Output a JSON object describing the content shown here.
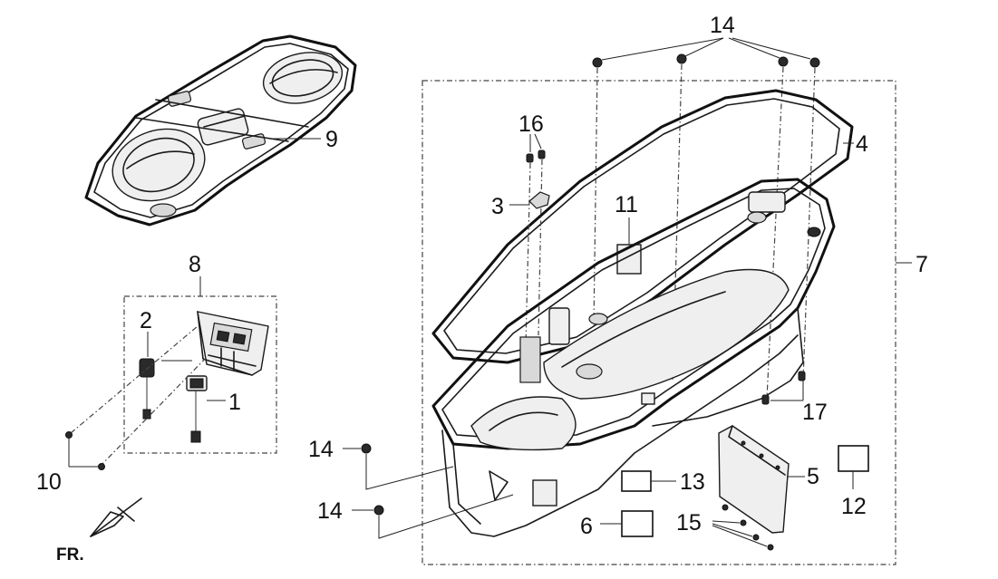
{
  "labels": {
    "l14_top": "14",
    "l16": "16",
    "l9": "9",
    "l4": "4",
    "l3": "3",
    "l11": "11",
    "l8": "8",
    "l7": "7",
    "l2": "2",
    "l1": "1",
    "l17": "17",
    "l10": "10",
    "l14_mid": "14",
    "l5": "5",
    "l13": "13",
    "l12": "12",
    "l14_low": "14",
    "l15": "15",
    "l6": "6"
  },
  "orientation": "FR."
}
